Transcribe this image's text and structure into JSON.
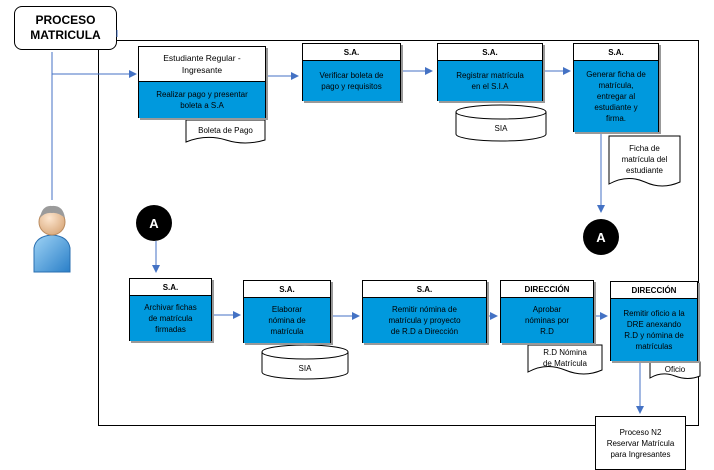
{
  "title": "PROCESO\nMATRICULA",
  "steps": [
    {
      "id": "s1",
      "header": "Estudiante  Regular  -\nIngresante",
      "body": "Realizar pago y presentar\nboleta  a S.A"
    },
    {
      "id": "s2",
      "header": "S.A.",
      "body": "Verificar boleta  de\npago y requisitos"
    },
    {
      "id": "s3",
      "header": "S.A.",
      "body": "Registrar matrícula\nen el S.I.A"
    },
    {
      "id": "s4",
      "header": "S.A.",
      "body": "Generar ficha de\nmatrícula,\nentregar al\nestudiante  y\nfirma."
    },
    {
      "id": "s5",
      "header": "S.A.",
      "body": "Archivar fichas\nde matrícula\nfirmadas"
    },
    {
      "id": "s6",
      "header": "S.A.",
      "body": "Elaborar\nnómina de\nmatrícula"
    },
    {
      "id": "s7",
      "header": "S.A.",
      "body": "Remitir  nómina  de\nmatrícula y proyecto\nde R.D a Dirección"
    },
    {
      "id": "s8",
      "header": "DIRECCIÓN",
      "body": "Aprobar\nnóminas  por\nR.D"
    },
    {
      "id": "s9",
      "header": "DIRECCIÓN",
      "body": "Remitir  oficio  a la\nDRE anexando\nR.D y nómina de\nmatrículas"
    }
  ],
  "documents": {
    "boleta": "Boleta de Pago",
    "ficha": "Ficha de\nmatrícula del\nestudiante",
    "rd": "R.D Nómina\nde Matrícula",
    "oficio": "Oficio"
  },
  "databases": {
    "sia1": "SIA",
    "sia2": "SIA"
  },
  "connectors": {
    "a_top": "A",
    "a_right": "A"
  },
  "next_process": "Proceso N2\nReservar Matrícula\npara Ingresantes",
  "colors": {
    "process_fill": "#0099dd",
    "arrow": "#4472c4"
  }
}
